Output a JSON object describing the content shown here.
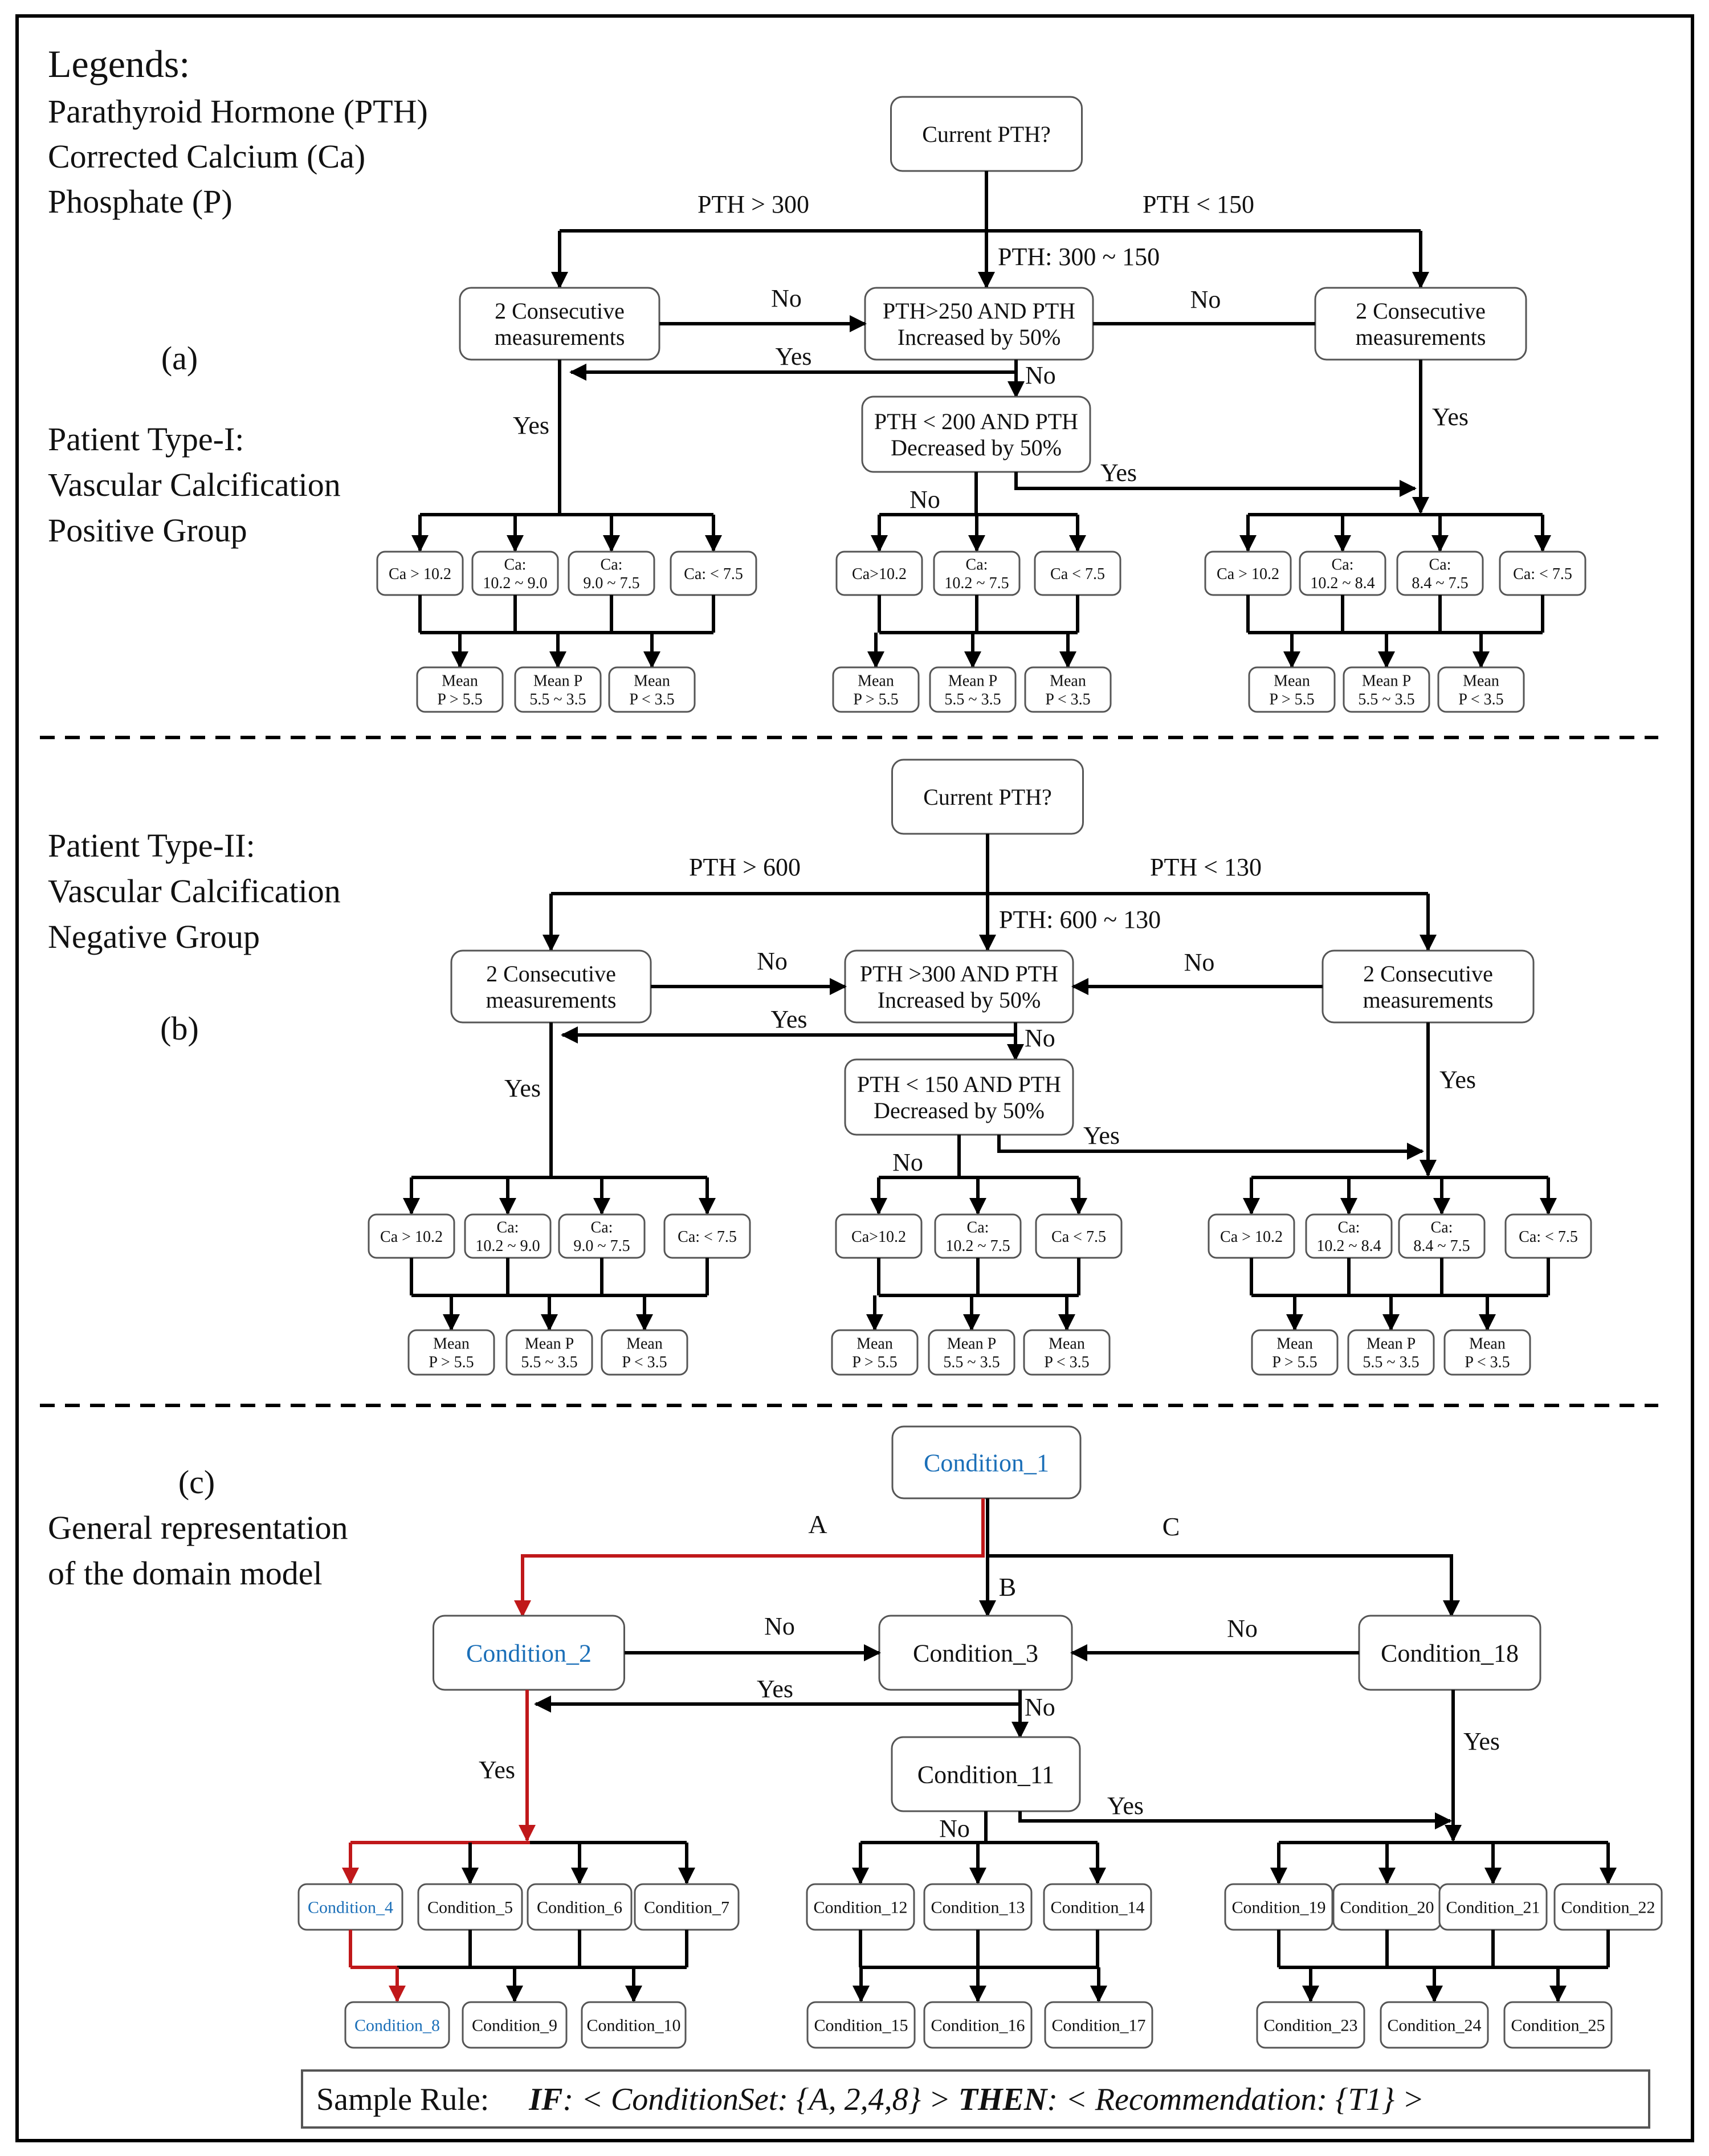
{
  "legend": {
    "title": "Legends:",
    "items": [
      "Parathyroid Hormone (PTH)",
      "Corrected Calcium (Ca)",
      "Phosphate (P)"
    ]
  },
  "panel_a": {
    "letter": "(a)",
    "group": [
      "Patient Type-I:",
      "Vascular Calcification",
      "Positive Group"
    ],
    "root": "Current PTH?",
    "left_branch": "PTH > 300",
    "right_branch": "PTH < 150",
    "mid_branch": "PTH: 300 ~ 150",
    "left_box": [
      "2 Consecutive",
      "measurements"
    ],
    "mid_box": [
      "PTH>250 AND PTH",
      "Increased by 50%"
    ],
    "right_box": [
      "2 Consecutive",
      "measurements"
    ],
    "mid2_box": [
      "PTH < 200 AND PTH",
      "Decreased by 50%"
    ],
    "no1": "No",
    "no2": "No",
    "no3": "No",
    "no4": "No",
    "yes1": "Yes",
    "yes2": "Yes",
    "yes3": "Yes",
    "yes4": "Yes",
    "ca_left": [
      [
        "Ca > 10.2"
      ],
      [
        "Ca:",
        "10.2 ~ 9.0"
      ],
      [
        "Ca:",
        "9.0 ~ 7.5"
      ],
      [
        "Ca: < 7.5"
      ]
    ],
    "ca_mid": [
      [
        "Ca>10.2"
      ],
      [
        "Ca:",
        "10.2 ~ 7.5"
      ],
      [
        "Ca < 7.5"
      ]
    ],
    "ca_right": [
      [
        "Ca > 10.2"
      ],
      [
        "Ca:",
        "10.2 ~ 8.4"
      ],
      [
        "Ca:",
        "8.4 ~ 7.5"
      ],
      [
        "Ca: < 7.5"
      ]
    ],
    "p_boxes": [
      [
        "Mean",
        "P > 5.5"
      ],
      [
        "Mean P",
        "5.5 ~ 3.5"
      ],
      [
        "Mean",
        "P < 3.5"
      ]
    ]
  },
  "panel_b": {
    "letter": "(b)",
    "group": [
      "Patient Type-II:",
      "Vascular Calcification",
      "Negative Group"
    ],
    "root": "Current PTH?",
    "left_branch": "PTH > 600",
    "right_branch": "PTH < 130",
    "mid_branch": "PTH: 600 ~ 130",
    "left_box": [
      "2 Consecutive",
      "measurements"
    ],
    "mid_box": [
      "PTH >300 AND PTH",
      "Increased by 50%"
    ],
    "right_box": [
      "2 Consecutive",
      "measurements"
    ],
    "mid2_box": [
      "PTH < 150 AND PTH",
      "Decreased by 50%"
    ],
    "no1": "No",
    "no2": "No",
    "no3": "No",
    "no4": "No",
    "yes1": "Yes",
    "yes2": "Yes",
    "yes3": "Yes",
    "yes4": "Yes",
    "ca_left": [
      [
        "Ca > 10.2"
      ],
      [
        "Ca:",
        "10.2 ~ 9.0"
      ],
      [
        "Ca:",
        "9.0 ~ 7.5"
      ],
      [
        "Ca: < 7.5"
      ]
    ],
    "ca_mid": [
      [
        "Ca>10.2"
      ],
      [
        "Ca:",
        "10.2 ~ 7.5"
      ],
      [
        "Ca < 7.5"
      ]
    ],
    "ca_right": [
      [
        "Ca > 10.2"
      ],
      [
        "Ca:",
        "10.2 ~ 8.4"
      ],
      [
        "Ca:",
        "8.4 ~ 7.5"
      ],
      [
        "Ca: < 7.5"
      ]
    ],
    "p_boxes": [
      [
        "Mean",
        "P > 5.5"
      ],
      [
        "Mean P",
        "5.5 ~ 3.5"
      ],
      [
        "Mean",
        "P < 3.5"
      ]
    ]
  },
  "panel_c": {
    "letter": "(c)",
    "group": [
      "General representation",
      "of the domain model"
    ],
    "root": "Condition_1",
    "label_a": "A",
    "label_b": "B",
    "label_c": "C",
    "left_box": "Condition_2",
    "mid_box": "Condition_3",
    "right_box": "Condition_18",
    "mid2_box": "Condition_11",
    "no1": "No",
    "no2": "No",
    "no3": "No",
    "no4": "No",
    "yes1": "Yes",
    "yes2": "Yes",
    "yes3": "Yes",
    "yes4": "Yes",
    "left_level": [
      "Condition_4",
      "Condition_5",
      "Condition_6",
      "Condition_7"
    ],
    "left_bottom": [
      "Condition_8",
      "Condition_9",
      "Condition_10"
    ],
    "mid_level": [
      "Condition_12",
      "Condition_13",
      "Condition_14"
    ],
    "mid_bottom": [
      "Condition_15",
      "Condition_16",
      "Condition_17"
    ],
    "right_level": [
      "Condition_19",
      "Condition_20",
      "Condition_21",
      "Condition_22"
    ],
    "right_bottom": [
      "Condition_23",
      "Condition_24",
      "Condition_25"
    ],
    "highlight": [
      "Condition_1",
      "Condition_2",
      "Condition_4",
      "Condition_8"
    ],
    "colors": {
      "highlight_text": "#1b6fb8",
      "highlight_path": "#c0181a"
    }
  },
  "sample_rule": {
    "prefix": "Sample Rule:",
    "if_kw": "IF",
    "condition_part": ": < ConditionSet: {A, 2,4,8} > ",
    "then_kw": "THEN",
    "recommendation_part": ": < Recommendation: {T1} >"
  }
}
